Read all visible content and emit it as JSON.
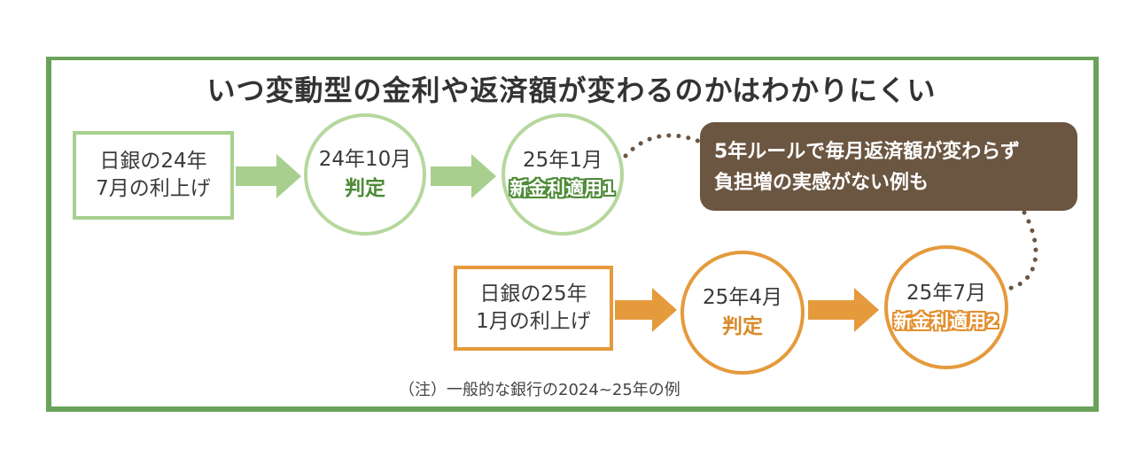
{
  "title": "いつ変動型の金利や返済額が変わるのかはわかりにくい",
  "row1": {
    "box": {
      "line1": "日銀の24年",
      "line2": "7月の利上げ"
    },
    "step1": {
      "date": "24年10月",
      "label": "判定"
    },
    "step2": {
      "date": "25年1月",
      "label": "新金利適用1"
    }
  },
  "row2": {
    "box": {
      "line1": "日銀の25年",
      "line2": "1月の利上げ"
    },
    "step1": {
      "date": "25年4月",
      "label": "判定"
    },
    "step2": {
      "date": "25年7月",
      "label": "新金利適用2"
    }
  },
  "callout": {
    "line1": "5年ルールで毎月返済額が変わらず",
    "line2": "負担増の実感がない例も"
  },
  "note": "（注）一般的な銀行の2024~25年の例",
  "colors": {
    "frame_green": "#6aa25a",
    "light_green": "#a8cf8e",
    "dark_green": "#4e8a37",
    "orange": "#e59a3c",
    "callout_brown": "#6b5642"
  }
}
